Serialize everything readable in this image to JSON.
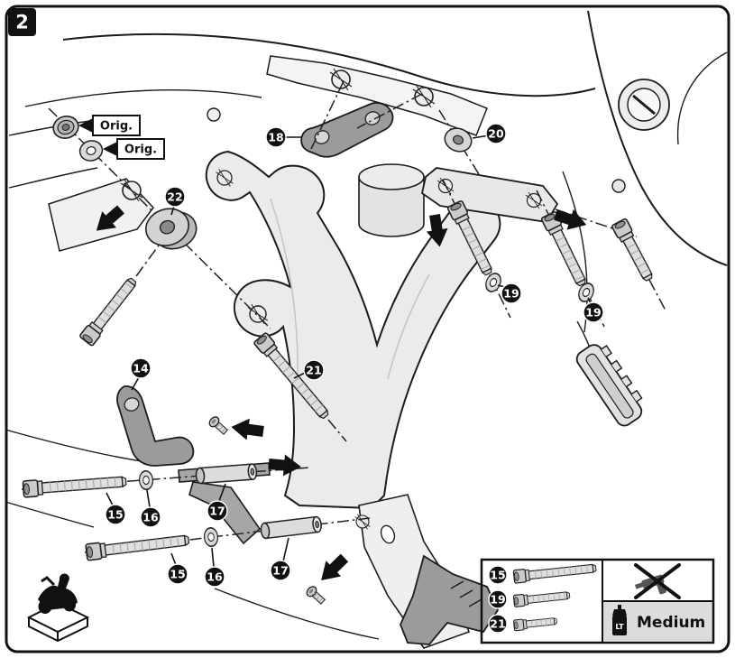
{
  "step": {
    "number": "2"
  },
  "annotations": {
    "orig_tag_1": "Orig.",
    "orig_tag_2": "Orig."
  },
  "callouts": {
    "bracket_rear_plate": "18",
    "washer_top": "20",
    "spacer_large": "22",
    "bracket_front_plate": "14",
    "bolt_center": "21",
    "washer_right_1": "19",
    "washer_right_2": "19",
    "bolt_row1": "15",
    "washer_row1": "16",
    "spacer_row1": "17",
    "bolt_row2": "15",
    "washer_row2": "16",
    "spacer_row2": "17"
  },
  "legend": {
    "rows": [
      {
        "id": "15",
        "part": "hex-socket-bolt-long"
      },
      {
        "id": "19",
        "part": "hex-socket-bolt-medium"
      },
      {
        "id": "21",
        "part": "hex-socket-bolt-short"
      }
    ],
    "prohibition": {
      "icon": "no-impact-driver-icon"
    },
    "threadlocker": {
      "bottle_icon": "threadlocker-bottle-icon",
      "bottle_label": "LT",
      "strength_label": "Medium"
    }
  },
  "footer_icon": "motorcycle-on-stand-icon",
  "colors": {
    "line": "#1c1c1c",
    "part_light": "#efefef",
    "part_mid": "#dcdcdc",
    "part_dark": "#9b9b9b",
    "badge_bg": "#111111",
    "legend_cell_bg": "#dcdcdc"
  }
}
